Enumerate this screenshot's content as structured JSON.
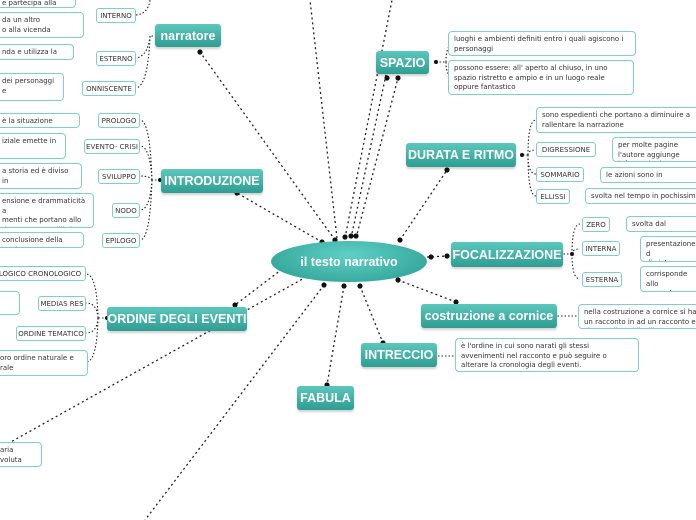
{
  "center": "il testo narrativo",
  "main": {
    "narratore": "narratore",
    "spazio": "SPAZIO",
    "durata": "DURATA E RITMO",
    "introduzione": "INTRODUZIONE",
    "focalizzazione": "FOCALIZZAZIONE",
    "ordine": "ORDINE DEGLI EVENTI",
    "cornice": "costruzione a cornice",
    "intreccio": "INTRECCIO",
    "fabula": "FABULA"
  },
  "narratore_sub": {
    "interno": "INTERNO",
    "esterno": "ESTERNO",
    "onniscente": "ONNISCENTE",
    "n1": "e partecipa alla storia",
    "n2": "da un altro\no alla vicenda",
    "n3": "nda e utilizza la terza",
    "n4": "dei personaggi e\n"
  },
  "spazio_notes": {
    "s1": "luoghi e ambienti definiti entro i quali agiscono i personaggi",
    "s2": "possono essere: all' aperto al chiuso, in uno spazio ristretto e ampio e in un luogo reale oppure fantastico"
  },
  "durata_sub": {
    "d0": "sono espedienti che portano a diminuire a rallentare la narrazione",
    "digressione": "DIGRESSIONE",
    "digr_note": "per molte pagine l'autore aggiunge informazioni",
    "sommario": "SOMMARIO",
    "somm_note": "le azioni sono in sequenza,",
    "ellissi": "ELLISSI",
    "ell_note": "svolta nel tempo in pochissimo"
  },
  "intro_sub": {
    "prologo": "PROLOGO",
    "prologo_note": "è la situazione iniziale",
    "crisi": "EVENTO- CRISI",
    "crisi_note": "iziale emette in",
    "sviluppo": "SVILUPPO",
    "sviluppo_note": "a storia ed è diviso in",
    "nodo": "NODO",
    "nodo_note": "ensione e drammaticità a\nmenti che portano allo\nd un nuovo equilibrio.",
    "epilogo": "EPILOGO",
    "epilogo_note": "conclusione della storia."
  },
  "focal_sub": {
    "zero": "ZERO",
    "zero_note": "svolta dal narratore",
    "interna": "INTERNA",
    "interna_note": "presentazione d\ndi vista, proprio",
    "esterna": "ESTERNA",
    "esterna_note": "corrisponde allo\nracconta ma non"
  },
  "ordine_sub": {
    "logico": "LOGICO CRONOLOGICO",
    "medias": "MEDIAS RES",
    "tematico": "ORDINE TEMATICO",
    "o_note": "oro ordine naturale e\nrale"
  },
  "cornice_note": "nella costruzione a cornice si ha un racconto in ad un racconto e ci sono diversi livelli",
  "intreccio_note": "è l'ordine in cui sono narati gli stessi avvenimenti nel racconto e può seguire o alterare la cronologia degli eventi.",
  "extra_note": "aria voluta"
}
